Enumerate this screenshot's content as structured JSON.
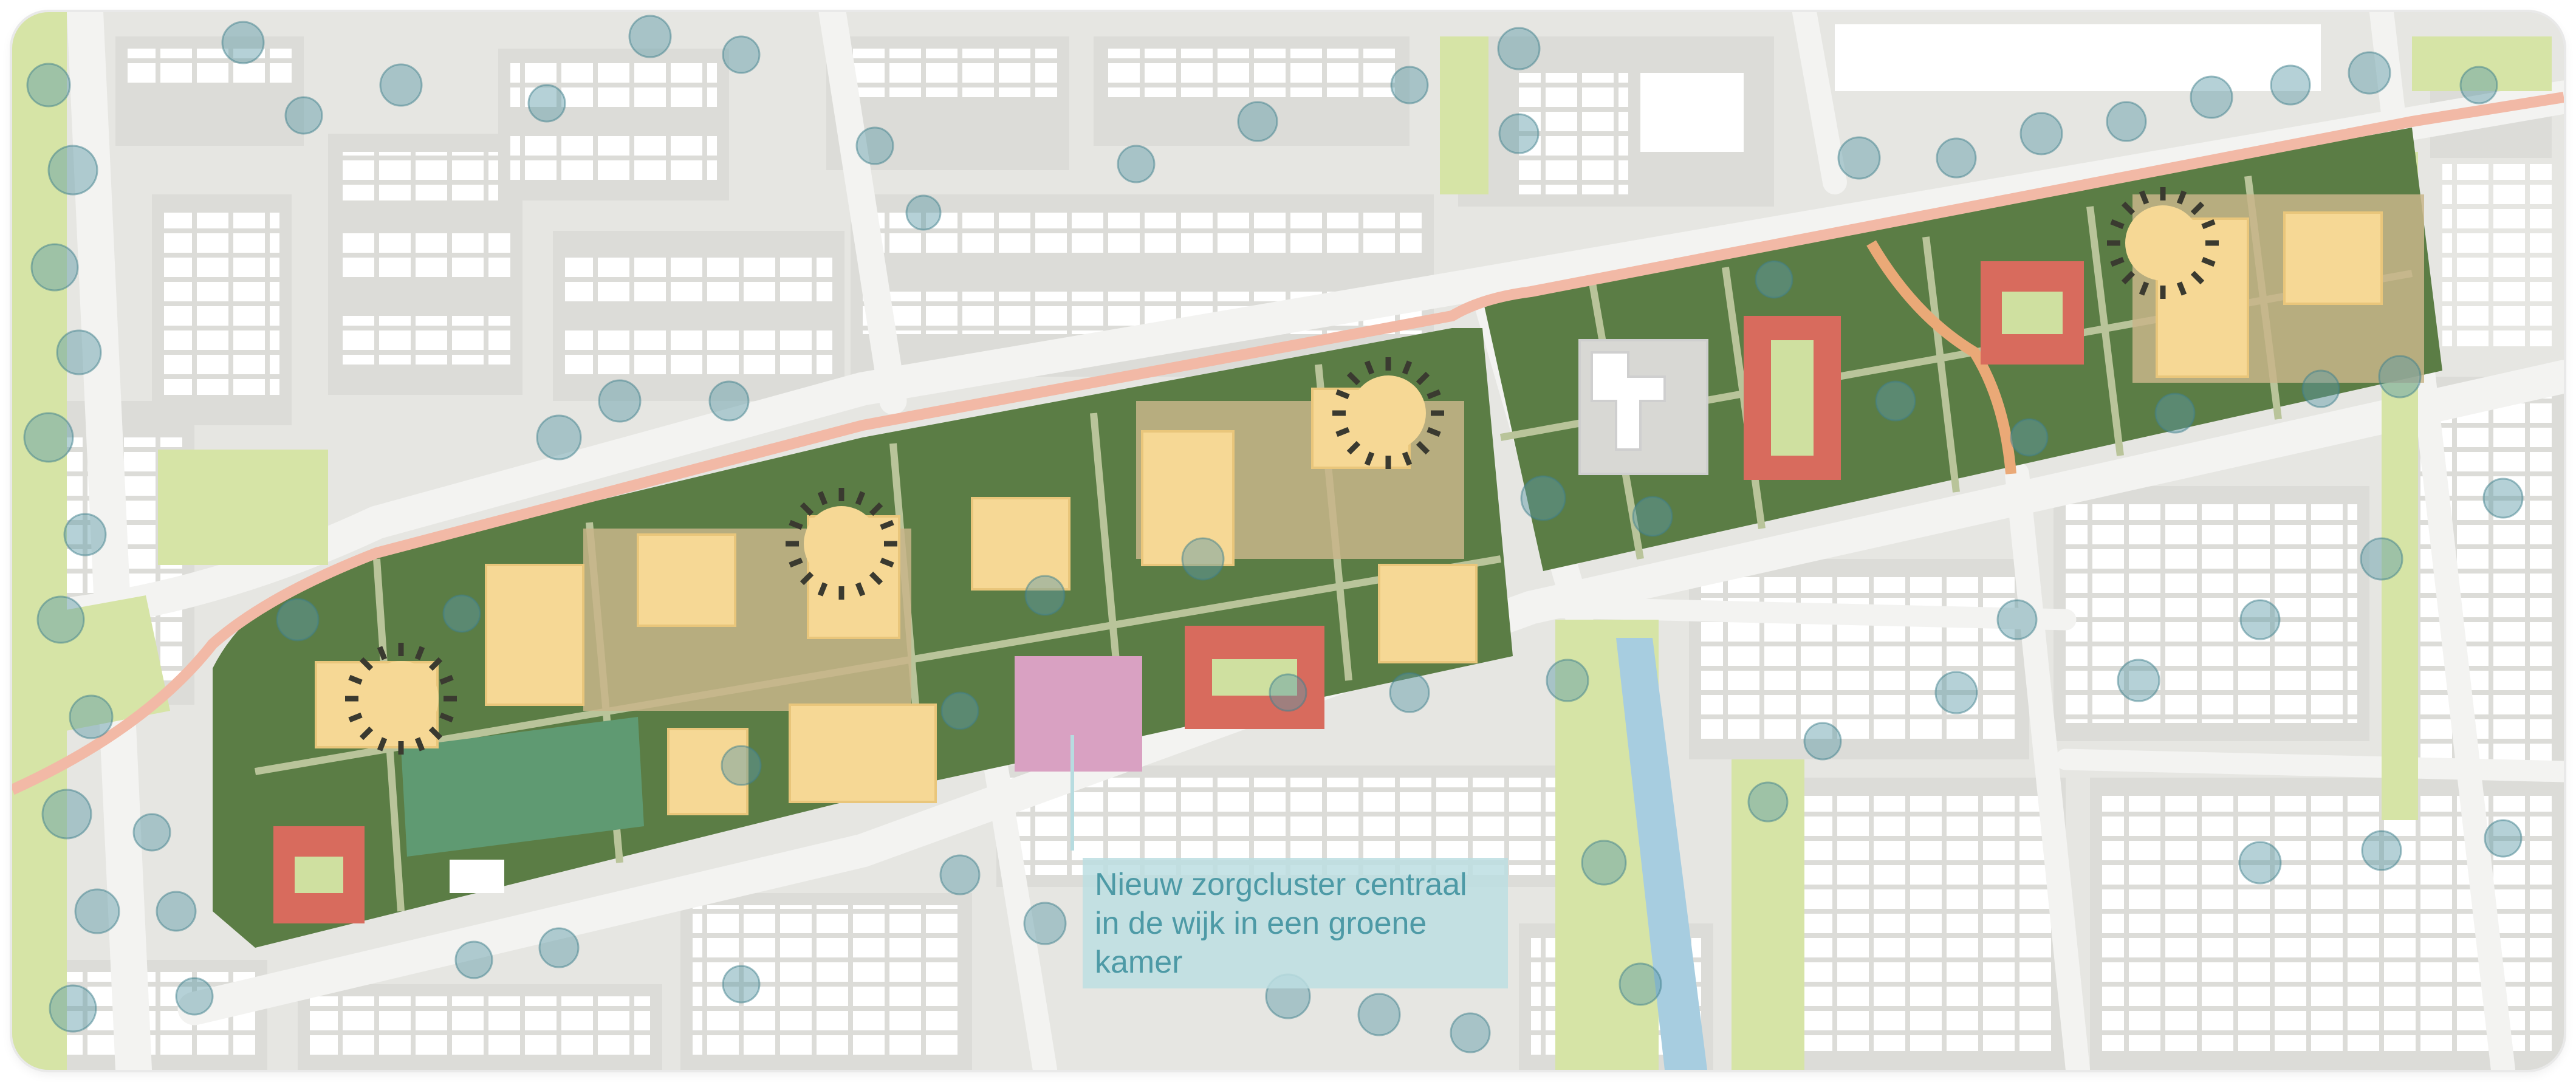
{
  "map": {
    "callout": {
      "text": "Nieuw zorgcluster centraal\nin de wijk in een groene\nkamer"
    },
    "colors": {
      "background": "#e6e6e2",
      "road": "#f3f3f1",
      "building": "#ffffff",
      "lawn": "#d6e4a6",
      "park": "#6f8f52",
      "cluster_green": "#5b7d45",
      "path": "#b9c49a",
      "cycle_path": "#f2b9a6",
      "tree": "#5a9aa7",
      "housing_yellow": "#f6d895",
      "courtyard_tan": "#c8b58a",
      "red_block": "#d86b5d",
      "care_pink": "#d9a1c2",
      "water": "#a7cde0",
      "sports_field": "#5f9a72",
      "callout_fill": "#bcdee2",
      "callout_text": "#4d9aa6"
    },
    "icons": [
      "sun-dial-marker",
      "tree-canopy"
    ]
  }
}
